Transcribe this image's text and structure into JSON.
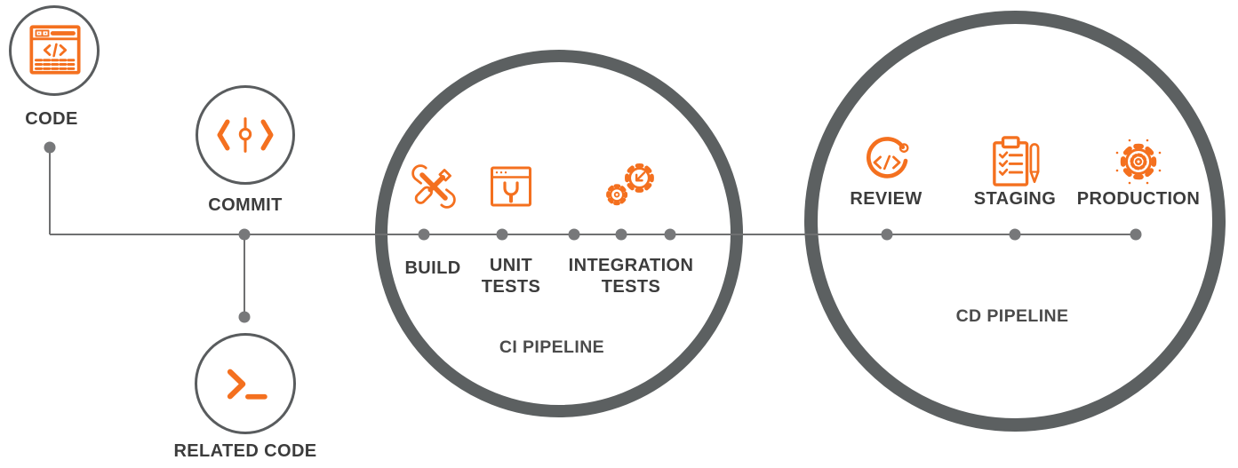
{
  "colors": {
    "orange": "#F4701F",
    "gray_circle": "#595C5E",
    "gray_big_circle": "#5C6061",
    "gray_line": "#6F7071",
    "gray_dot": "#77787A",
    "text": "#3C3C3C",
    "text_soft": "#4B4B4B"
  },
  "nodes": {
    "code": {
      "label": "CODE",
      "icon": "code-window-icon"
    },
    "commit": {
      "label": "COMMIT",
      "icon": "git-commit-icon"
    },
    "related_code": {
      "label": "RELATED CODE",
      "icon": "terminal-icon"
    }
  },
  "ci_pipeline": {
    "label": "CI PIPELINE",
    "stages": [
      {
        "label": "BUILD",
        "icon": "build-tools-icon"
      },
      {
        "label": "UNIT TESTS",
        "icon": "unit-tests-browser-wrench-icon"
      },
      {
        "label": "INTEGRATION TESTS",
        "icon": "integration-tests-gears-icon"
      }
    ]
  },
  "cd_pipeline": {
    "label": "CD PIPELINE",
    "stages": [
      {
        "label": "REVIEW",
        "icon": "code-review-icon"
      },
      {
        "label": "STAGING",
        "icon": "staging-checklist-icon"
      },
      {
        "label": "PRODUCTION",
        "icon": "production-gear-icon"
      }
    ]
  }
}
